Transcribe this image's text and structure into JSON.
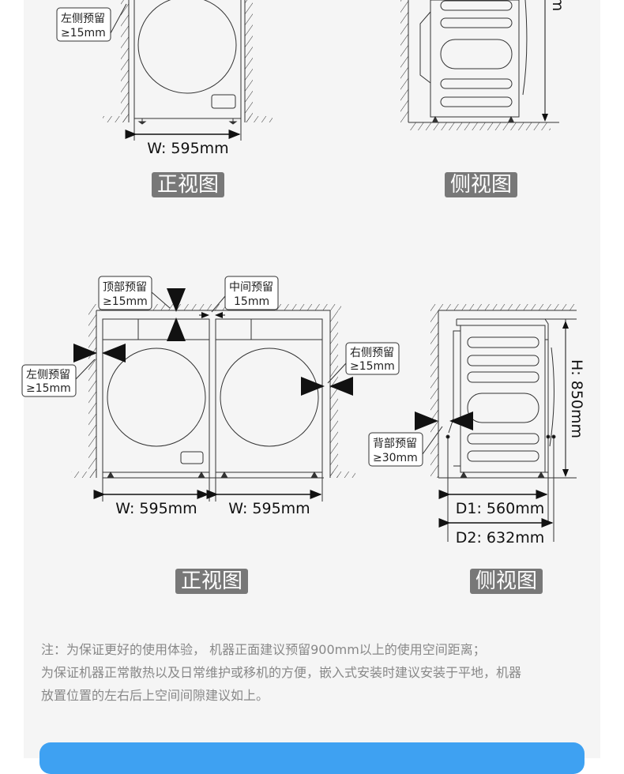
{
  "top_front": {
    "callout_left": [
      "左侧预留",
      "≥15mm"
    ],
    "width": "W: 595mm",
    "label": "正视图"
  },
  "top_side": {
    "height_partial": "m",
    "label": "侧视图"
  },
  "bottom_front": {
    "callout_top": [
      "顶部预留",
      "≥15mm"
    ],
    "callout_middle": [
      "中间预留",
      "15mm"
    ],
    "callout_right": [
      "右侧预留",
      "≥15mm"
    ],
    "callout_left": [
      "左侧预留",
      "≥15mm"
    ],
    "width_left": "W: 595mm",
    "width_right": "W: 595mm",
    "label": "正视图"
  },
  "bottom_side": {
    "callout_back": [
      "背部预留",
      "≥30mm"
    ],
    "height": "H: 850mm",
    "depth1": "D1: 560mm",
    "depth2": "D2: 632mm",
    "label": "侧视图"
  },
  "note": [
    "注：为保证更好的使用体验， 机器正面建议预留900mm以上的使用空间距离；",
    "为保证机器正常散热以及日常维护或移机的方便，嵌入式安装时建议安装于平地，机器",
    "放置位置的左右后上空间间隙建议如上。"
  ],
  "colors": {
    "panel": "#f5f5f5",
    "label_bg": "#787878",
    "accent": "#3ea1f2",
    "note_text": "#888888"
  }
}
